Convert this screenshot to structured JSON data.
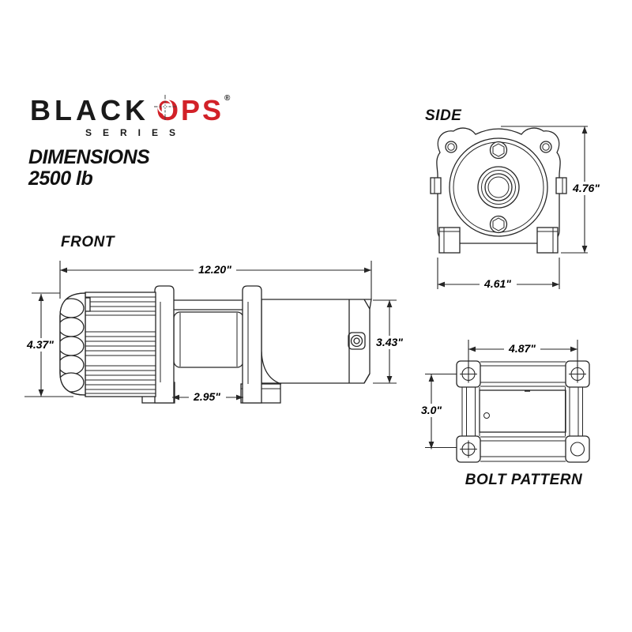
{
  "logo": {
    "brand_black": "BLACK",
    "brand_ops": "OPS",
    "registered_mark": "®",
    "series": "SERIES"
  },
  "heading": {
    "title": "DIMENSIONS",
    "capacity": "2500 lb"
  },
  "views": {
    "front": {
      "label": "FRONT",
      "overall_width": "12.20\"",
      "overall_height": "4.37\"",
      "right_height": "3.43\"",
      "feet_gap": "2.95\""
    },
    "side": {
      "label": "SIDE",
      "overall_height": "4.76\"",
      "overall_width": "4.61\""
    },
    "bolt_pattern": {
      "label": "BOLT PATTERN",
      "bolt_spacing_width": "4.87\"",
      "bolt_spacing_height": "3.0\""
    }
  },
  "colors": {
    "line": "#262626",
    "accent_red": "#d22128",
    "background": "#ffffff"
  }
}
